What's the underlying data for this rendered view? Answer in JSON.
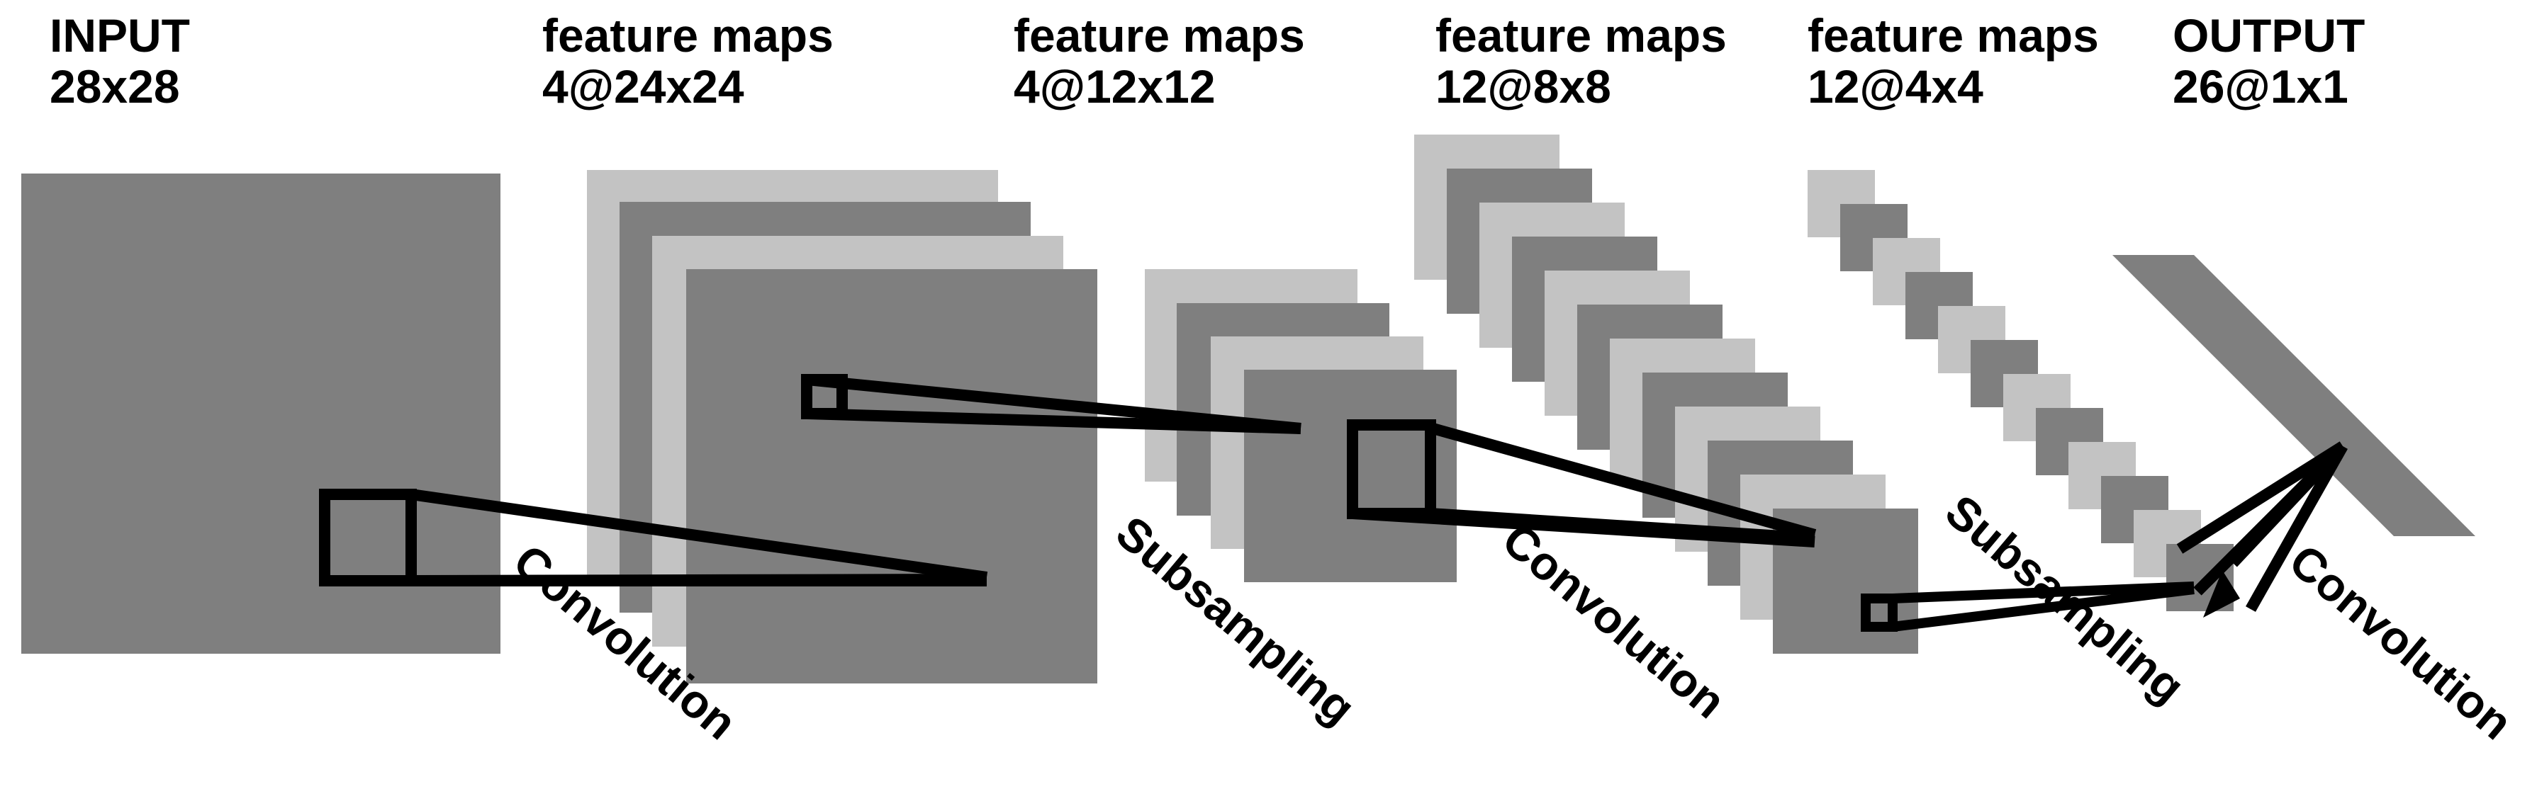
{
  "colors": {
    "dark_map": "#7f7f7f",
    "light_map": "#c3c3c3",
    "line": "#000000",
    "background": "#ffffff"
  },
  "layers": [
    {
      "title": "INPUT",
      "size": "28x28"
    },
    {
      "title": "feature maps",
      "size": "4@24x24"
    },
    {
      "title": "feature maps",
      "size": "4@12x12"
    },
    {
      "title": "feature maps",
      "size": "12@8x8"
    },
    {
      "title": "feature maps",
      "size": "12@4x4"
    },
    {
      "title": "OUTPUT",
      "size": "26@1x1"
    }
  ],
  "operations": [
    {
      "label": "Convolution"
    },
    {
      "label": "Subsampling"
    },
    {
      "label": "Convolution"
    },
    {
      "label": "Subsampling"
    },
    {
      "label": "Convolution"
    }
  ]
}
